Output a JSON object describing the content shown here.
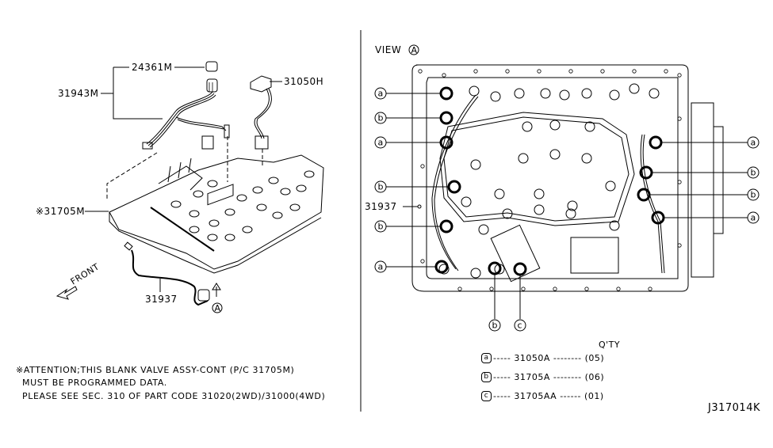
{
  "diagram": {
    "left_view": {
      "callouts": [
        {
          "id": "harness-bracket",
          "label": "31943M"
        },
        {
          "id": "plug",
          "label": "24361M"
        },
        {
          "id": "connector-harness",
          "label": "31050H"
        },
        {
          "id": "valve-body",
          "label": "※31705M"
        },
        {
          "id": "sensor-harness",
          "label": "31937"
        }
      ],
      "direction_label": "FRONT",
      "view_marker": "A"
    },
    "right_view": {
      "title": "VIEW",
      "title_marker": "A",
      "harness_label": "31937",
      "left_callouts": [
        "a",
        "b",
        "a",
        "b",
        "b",
        "a"
      ],
      "right_callouts": [
        "a",
        "b",
        "b",
        "a"
      ],
      "bottom_callouts": [
        "b",
        "c"
      ]
    },
    "note": {
      "line1": "※ATTENTION;THIS BLANK VALVE ASSY-CONT (P/C 31705M)",
      "line2": "MUST BE PROGRAMMED DATA.",
      "line3": "PLEASE SEE SEC. 310 OF PART CODE 31020(2WD)/31000(4WD)"
    },
    "legend": {
      "qty_header": "Q'TY",
      "rows": [
        {
          "key": "a",
          "part": "31050A",
          "leader": "--------",
          "qty": "(05)"
        },
        {
          "key": "b",
          "part": "31705A",
          "leader": "--------",
          "qty": "(06)"
        },
        {
          "key": "c",
          "part": "31705AA",
          "leader": "------",
          "qty": "(01)"
        }
      ]
    },
    "figure_code": "J317014K"
  }
}
